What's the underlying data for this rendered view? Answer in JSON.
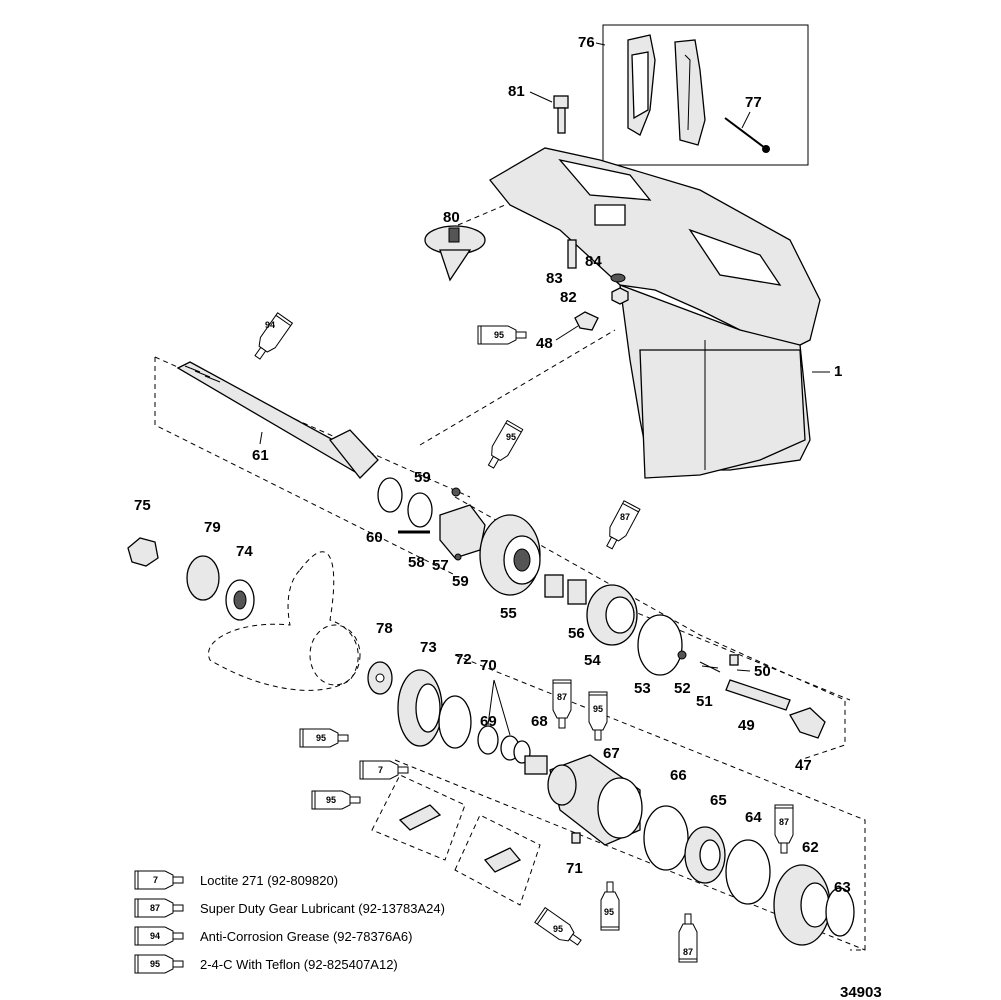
{
  "labels": {
    "p1": "1",
    "p47": "47",
    "p48": "48",
    "p49": "49",
    "p50": "50",
    "p51": "51",
    "p52": "52",
    "p53": "53",
    "p54": "54",
    "p55": "55",
    "p56": "56",
    "p57": "57",
    "p58": "58",
    "p59a": "59",
    "p59b": "59",
    "p60": "60",
    "p61": "61",
    "p62": "62",
    "p63": "63",
    "p64": "64",
    "p65": "65",
    "p66": "66",
    "p67": "67",
    "p68": "68",
    "p69": "69",
    "p70": "70",
    "p71": "71",
    "p72": "72",
    "p73": "73",
    "p74": "74",
    "p75": "75",
    "p76": "76",
    "p77": "77",
    "p78": "78",
    "p79": "79",
    "p80": "80",
    "p81": "81",
    "p82": "82",
    "p83": "83",
    "p84": "84"
  },
  "tubes": {
    "t94_shaft": "94",
    "t95_48": "95",
    "t95_mid": "95",
    "t87_gear": "87",
    "t95_73": "95",
    "t7_69": "7",
    "t95_lower": "95",
    "t87_68": "87",
    "t95_68": "95",
    "t95_66": "95",
    "t87_65": "87",
    "t87_62": "87",
    "t95_bottom": "95"
  },
  "legend": [
    {
      "code": "7",
      "text": "Loctite 271 (92-809820)"
    },
    {
      "code": "87",
      "text": "Super Duty Gear Lubricant (92-13783A24)"
    },
    {
      "code": "94",
      "text": "Anti-Corrosion Grease (92-78376A6)"
    },
    {
      "code": "95",
      "text": "2-4-C With Teflon (92-825407A12)"
    }
  ],
  "figure_number": "34903"
}
